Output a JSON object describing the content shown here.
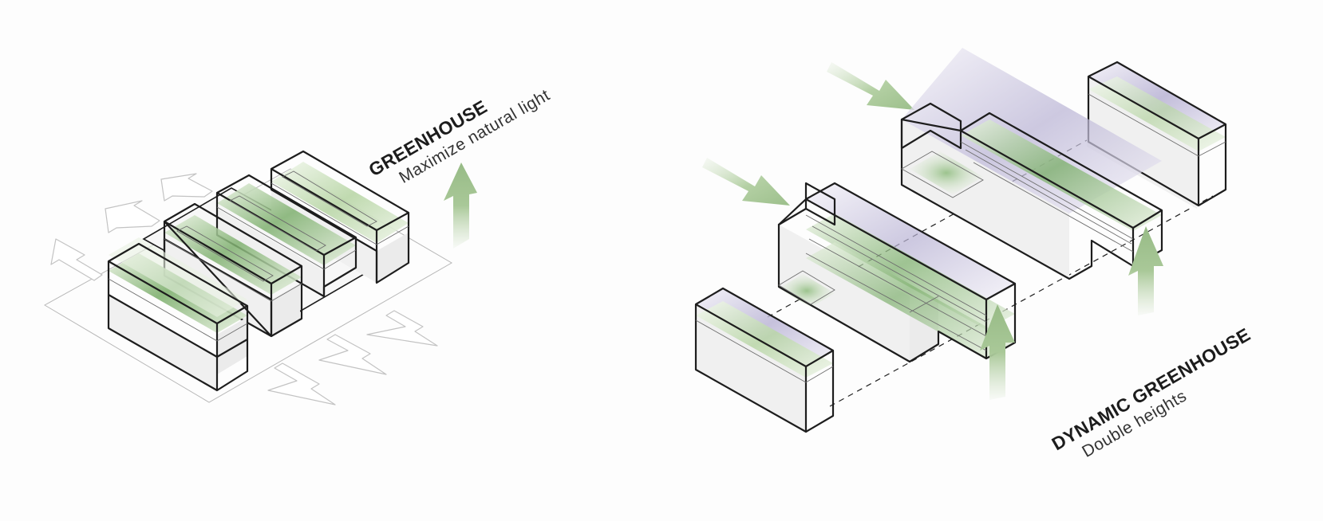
{
  "diagrams": [
    {
      "id": "greenhouse",
      "title": "GREENHOUSE",
      "subtitle": "Maximize natural light"
    },
    {
      "id": "dynamic-greenhouse",
      "title": "DYNAMIC GREENHOUSE",
      "subtitle": "Double heights"
    }
  ],
  "colors": {
    "light_green": "#9dbf8a",
    "deep_green": "#5f9a55",
    "lavender": "#a7a0c8",
    "edge": "#1d1d1d",
    "ghost_arrow": "#c3c3c3",
    "background": "#fdfdfd"
  }
}
